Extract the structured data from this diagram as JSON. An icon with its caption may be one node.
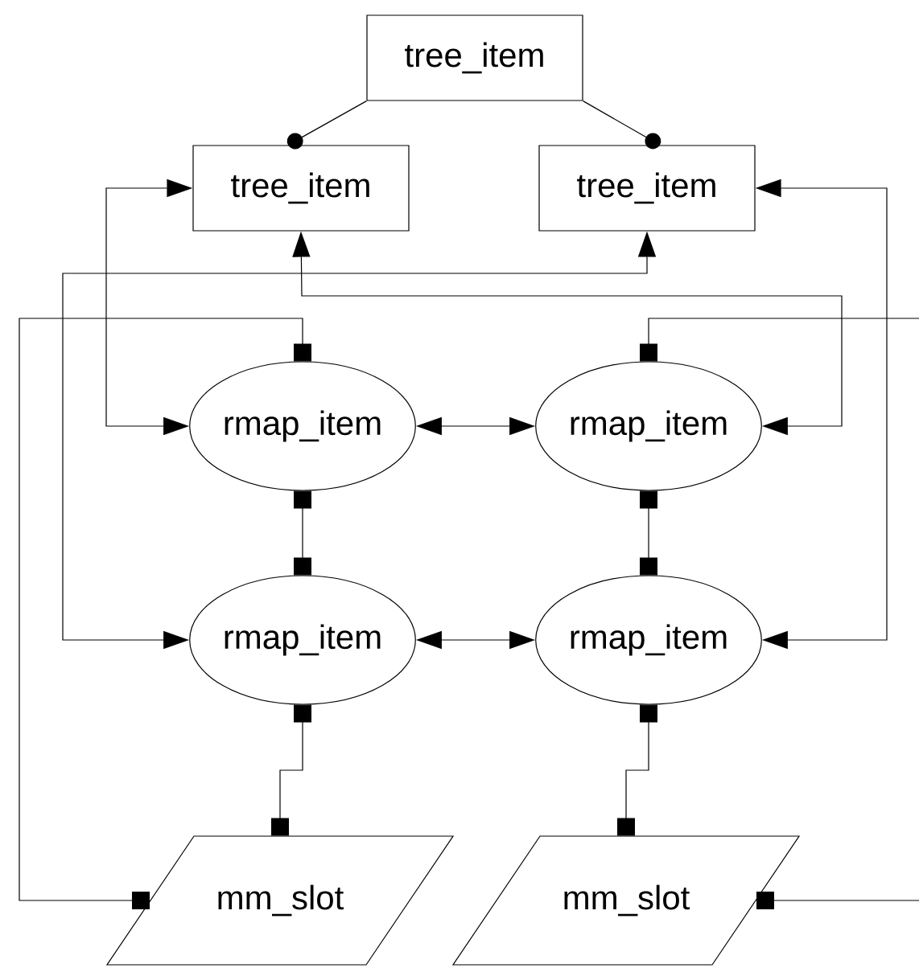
{
  "diagram": {
    "nodes": [
      {
        "text": [
          "tree_item"
        ]
      },
      {
        "text": [
          "tree_item"
        ]
      },
      {
        "text": [
          "tree_item"
        ]
      },
      {
        "text": [
          "rmap_item"
        ]
      },
      {
        "text": [
          "rmap_item"
        ]
      },
      {
        "text": [
          "rmap_item"
        ]
      },
      {
        "text": [
          "rmap_item"
        ]
      },
      {
        "text": [
          "mm_slot"
        ]
      },
      {
        "text": [
          "mm_slot"
        ]
      }
    ],
    "edges": [
      {
        "from": 0,
        "to": 1,
        "arrow": "other"
      },
      {
        "from": 0,
        "to": 2,
        "arrow": "other"
      },
      {
        "from": 1,
        "to": 3,
        "arrow": "both"
      },
      {
        "from": 2,
        "to": 6,
        "arrow": "both"
      },
      {
        "from": 1,
        "to": 4,
        "arrow": "both"
      },
      {
        "from": 2,
        "to": 5,
        "arrow": "both"
      },
      {
        "from": 3,
        "to": 4,
        "arrow": "both"
      },
      {
        "from": 5,
        "to": 6,
        "arrow": "both"
      },
      {
        "from": 3,
        "to": 5,
        "arrow": "other"
      },
      {
        "from": 4,
        "to": 6,
        "arrow": "other"
      },
      {
        "from": 3,
        "to": 7,
        "arrow": "other"
      },
      {
        "from": 4,
        "to": 8,
        "arrow": "other"
      },
      {
        "from": 5,
        "to": 7,
        "arrow": "other"
      },
      {
        "from": 6,
        "to": 8,
        "arrow": "other"
      }
    ]
  }
}
